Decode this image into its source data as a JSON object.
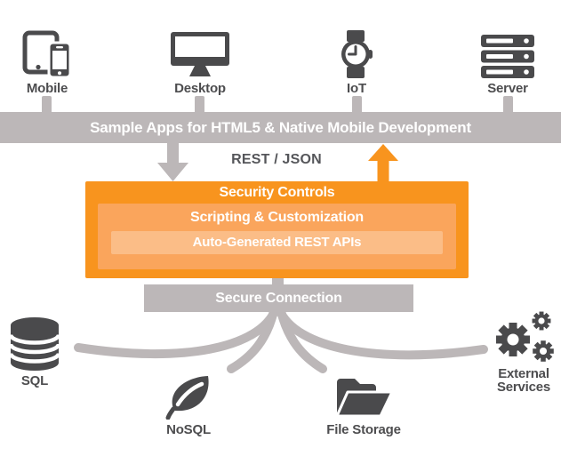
{
  "palette": {
    "orange": "#F8941E",
    "orange_mid": "#FAA55C",
    "orange_light": "#FBBD87",
    "gray": "#BCB7B8",
    "icon_dark": "#4A4A4C",
    "label_dark": "#4D4D4F",
    "white": "#FFFFFF"
  },
  "devices": [
    {
      "label": "Mobile",
      "icon": "mobile-icon"
    },
    {
      "label": "Desktop",
      "icon": "desktop-icon"
    },
    {
      "label": "IoT",
      "icon": "iot-watch-icon"
    },
    {
      "label": "Server",
      "icon": "server-icon"
    }
  ],
  "sample_apps_bar": {
    "label": "Sample Apps for HTML5 & Native Mobile Development"
  },
  "rest_json_label": "REST / JSON",
  "platform_box": {
    "security_label": "Security Controls",
    "scripting_label": "Scripting & Customization",
    "apis_label": "Auto-Generated REST APIs"
  },
  "secure_connection_label": "Secure Connection",
  "backends": [
    {
      "label": "SQL",
      "icon": "sql-database-icon"
    },
    {
      "label": "NoSQL",
      "icon": "nosql-leaf-icon"
    },
    {
      "label": "File Storage",
      "icon": "file-storage-folder-icon"
    },
    {
      "label": "External Services",
      "icon": "external-services-gears-icon"
    }
  ]
}
